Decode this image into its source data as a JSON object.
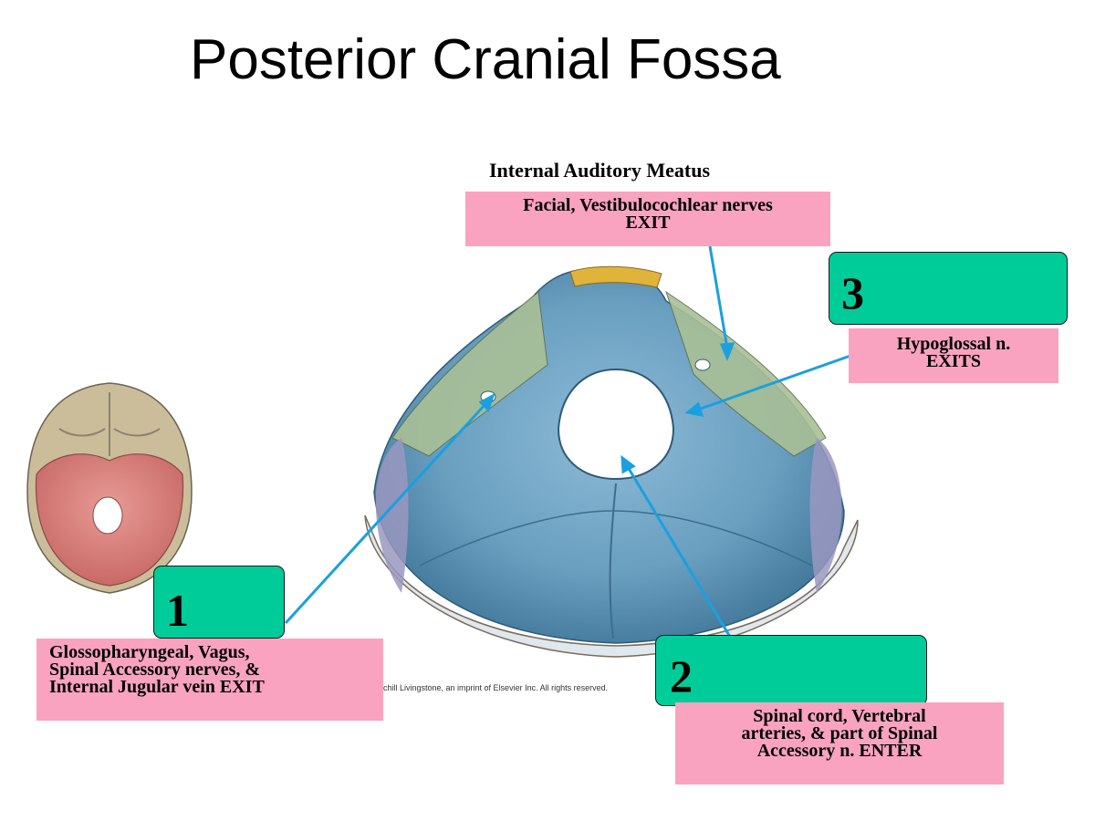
{
  "title": "Posterior Cranial Fossa",
  "label_meatus": "Internal Auditory Meatus",
  "box_facial": [
    "Facial, Vestibulocochlear nerves",
    "EXIT"
  ],
  "box_hypoglossal": [
    "Hypoglossal n.",
    "EXITS"
  ],
  "box_glosso": [
    "Glossopharyngeal, Vagus,",
    "Spinal Accessory nerves,  &",
    "Internal Jugular vein EXIT"
  ],
  "box_spinal": [
    "Spinal cord, Vertebral",
    "arteries, & part of Spinal",
    "Accessory n. ENTER"
  ],
  "answer_boxes": [
    {
      "number": "1"
    },
    {
      "number": "2"
    },
    {
      "number": "3"
    }
  ],
  "copyright": "chill Livingstone, an imprint of Elsevier Inc. All rights reserved.",
  "colors": {
    "pink": "#f9a3c0",
    "green": "#00cc99",
    "arrow": "#1aa0e0",
    "bone_blue": "#6ea3c2",
    "bone_green": "#a9bf96",
    "bone_purple": "#9a98c0",
    "skull_red": "#d9837e",
    "skull_tan": "#cbbd9a"
  }
}
